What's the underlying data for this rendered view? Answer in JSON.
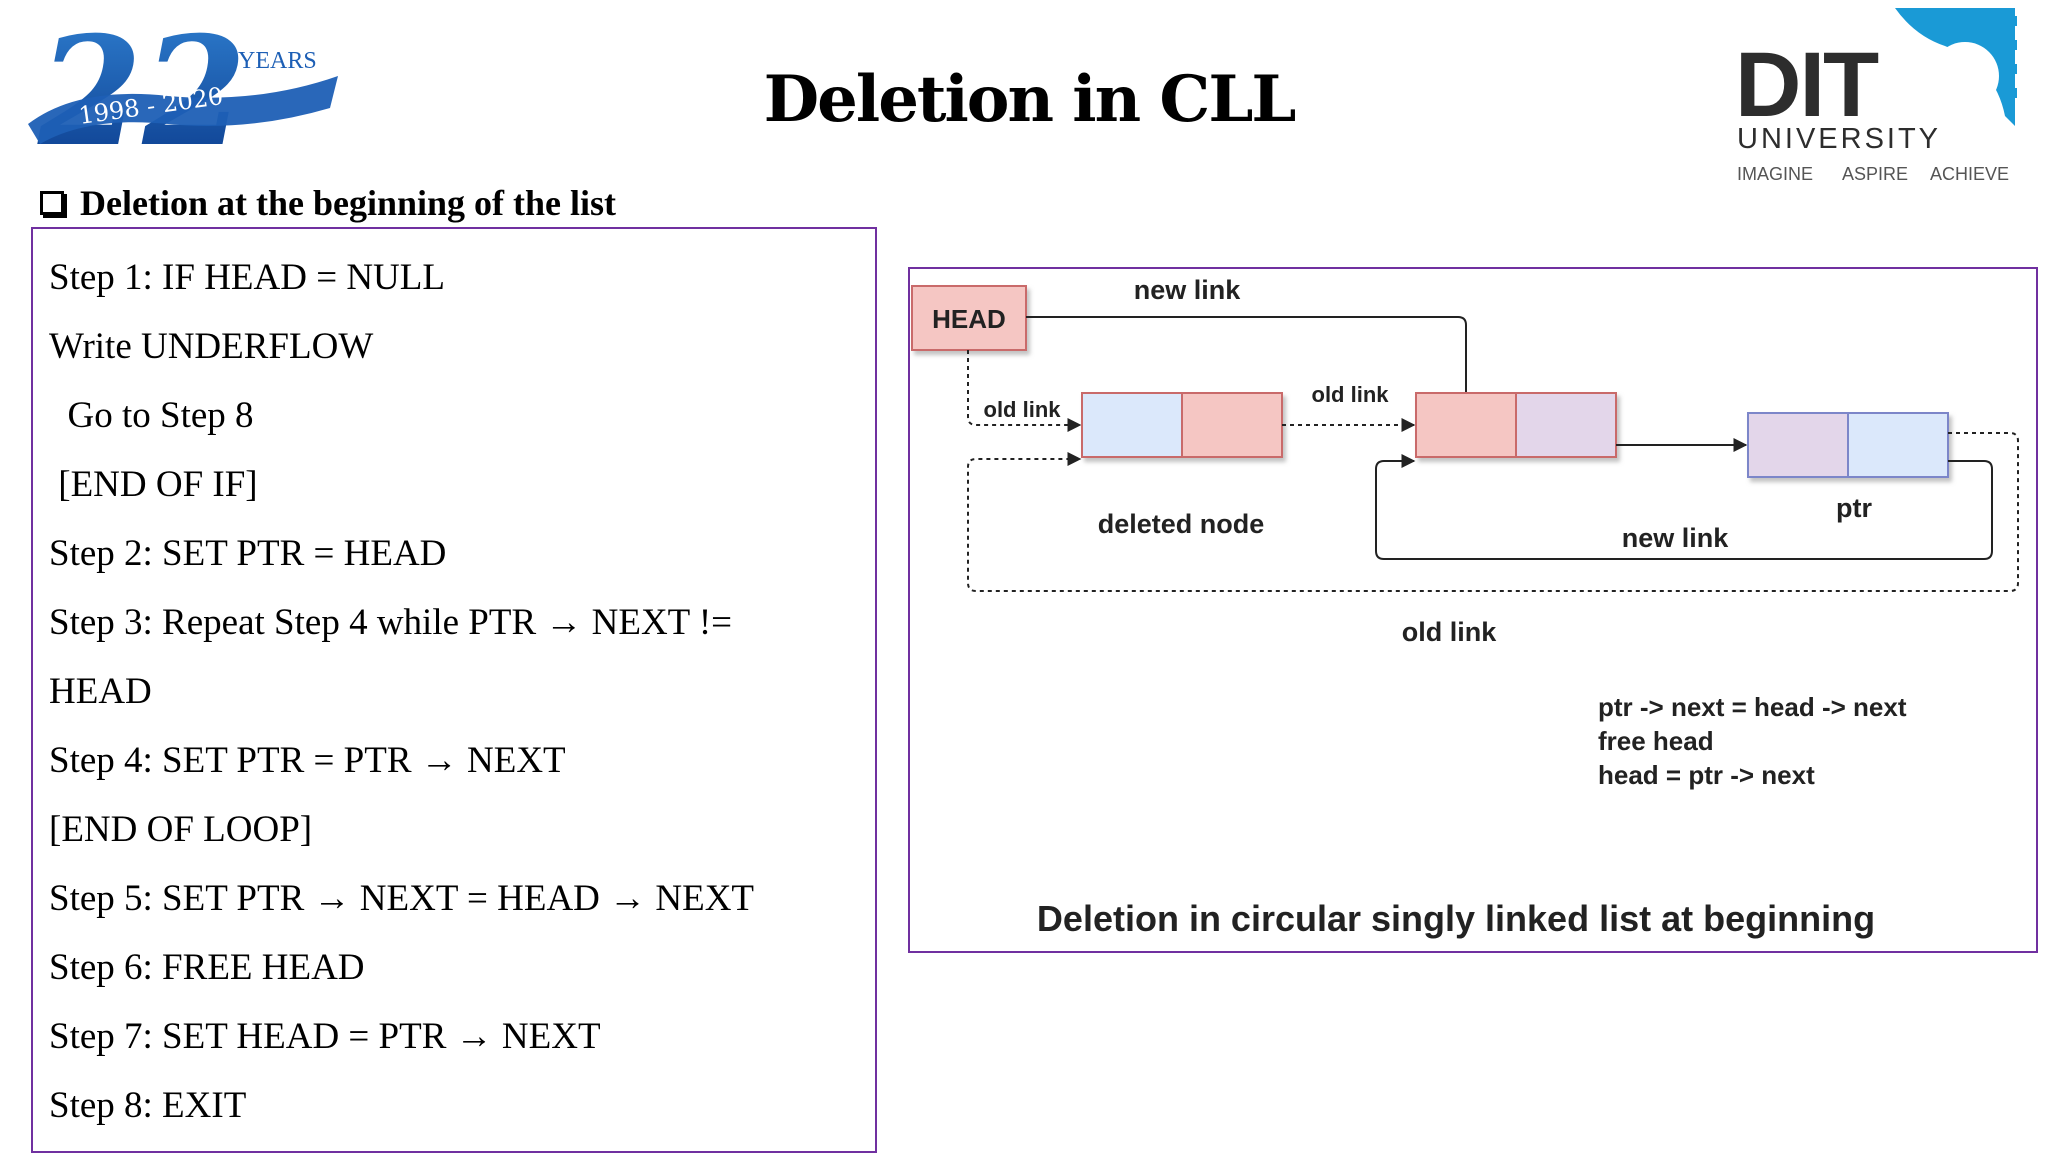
{
  "header": {
    "title": "Deletion in CLL",
    "anniversary_logo": {
      "number": "22",
      "word": "YEARS",
      "range": "1998 - 2020"
    },
    "university_logo": {
      "name": "DIT",
      "subtitle": "UNIVERSITY",
      "tagline": [
        "IMAGINE",
        "ASPIRE",
        "ACHIEVE"
      ],
      "accent_color": "#1a9ad6",
      "text_color": "#2d2d2d"
    }
  },
  "section": {
    "heading": "Deletion at the beginning of the list"
  },
  "algorithm": {
    "steps": [
      "Step 1: IF HEAD = NULL",
      "Write UNDERFLOW",
      "  Go to Step 8",
      " [END OF IF]",
      "Step 2: SET PTR = HEAD",
      "Step 3: Repeat Step 4 while PTR → NEXT !=",
      "HEAD",
      "Step 4: SET PTR = PTR → NEXT",
      "[END OF LOOP]",
      "Step 5: SET PTR → NEXT = HEAD → NEXT",
      "Step 6: FREE HEAD",
      "Step 7: SET HEAD = PTR → NEXT",
      "Step 8: EXIT"
    ]
  },
  "diagram": {
    "head_label": "HEAD",
    "labels": {
      "new_link_top": "new link",
      "old_link_head": "old link",
      "old_link_middle": "old link",
      "deleted_node": "deleted node",
      "ptr": "ptr",
      "new_link_bottom": "new link",
      "old_link_bottom": "old link"
    },
    "code_lines": [
      "ptr -> next = head -> next",
      "free head",
      "head = ptr -> next"
    ],
    "caption": "Deletion in circular singly linked list at beginning",
    "colors": {
      "blue_cell": "#dbe8fb",
      "pink_cell": "#f5c6c3",
      "purple_cell": "#e3d6ea",
      "border": "#7030a0"
    }
  }
}
